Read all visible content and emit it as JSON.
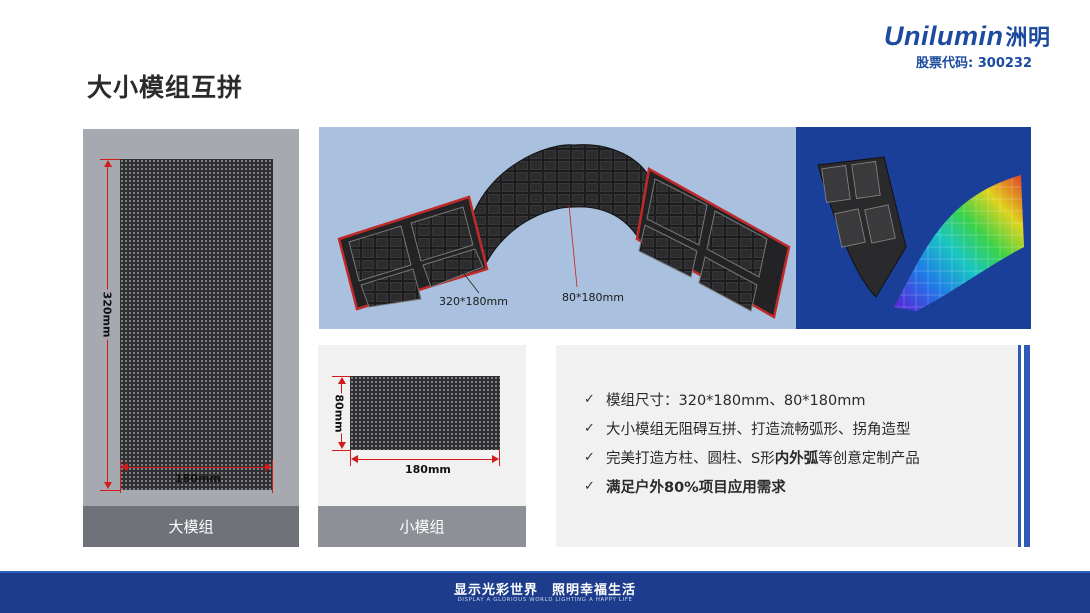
{
  "header": {
    "brand": "Unilumin",
    "brand_cn": "洲明",
    "stock_code": "股票代码: 300232",
    "title": "大小模组互拼"
  },
  "big_module": {
    "height_label": "320mm",
    "width_label": "180mm",
    "caption": "大模组"
  },
  "small_module": {
    "height_label": "80mm",
    "width_label": "180mm",
    "caption": "小模组"
  },
  "curve_image": {
    "label_large": "320*180mm",
    "label_small": "80*180mm"
  },
  "features": {
    "items": [
      {
        "text": "模组尺寸：320*180mm、80*180mm"
      },
      {
        "text": "大小模组无阻碍互拼、打造流畅弧形、拐角造型"
      },
      {
        "before": "完美打造方柱、圆柱、S形",
        "bold": "内外弧",
        "after": "等创意定制产品"
      },
      {
        "text": "满足户外80%项目应用需求"
      }
    ]
  },
  "footer": {
    "slogan": "显示光彩世界　照明幸福生活",
    "slogan_en": "DISPLAY A GLORIOUS WORLD LIGHTING A HAPPY LIFE"
  },
  "colors": {
    "brand_blue": "#1b4a9e",
    "footer_blue": "#1d3d8c",
    "dimension_red": "#d21c1c"
  }
}
